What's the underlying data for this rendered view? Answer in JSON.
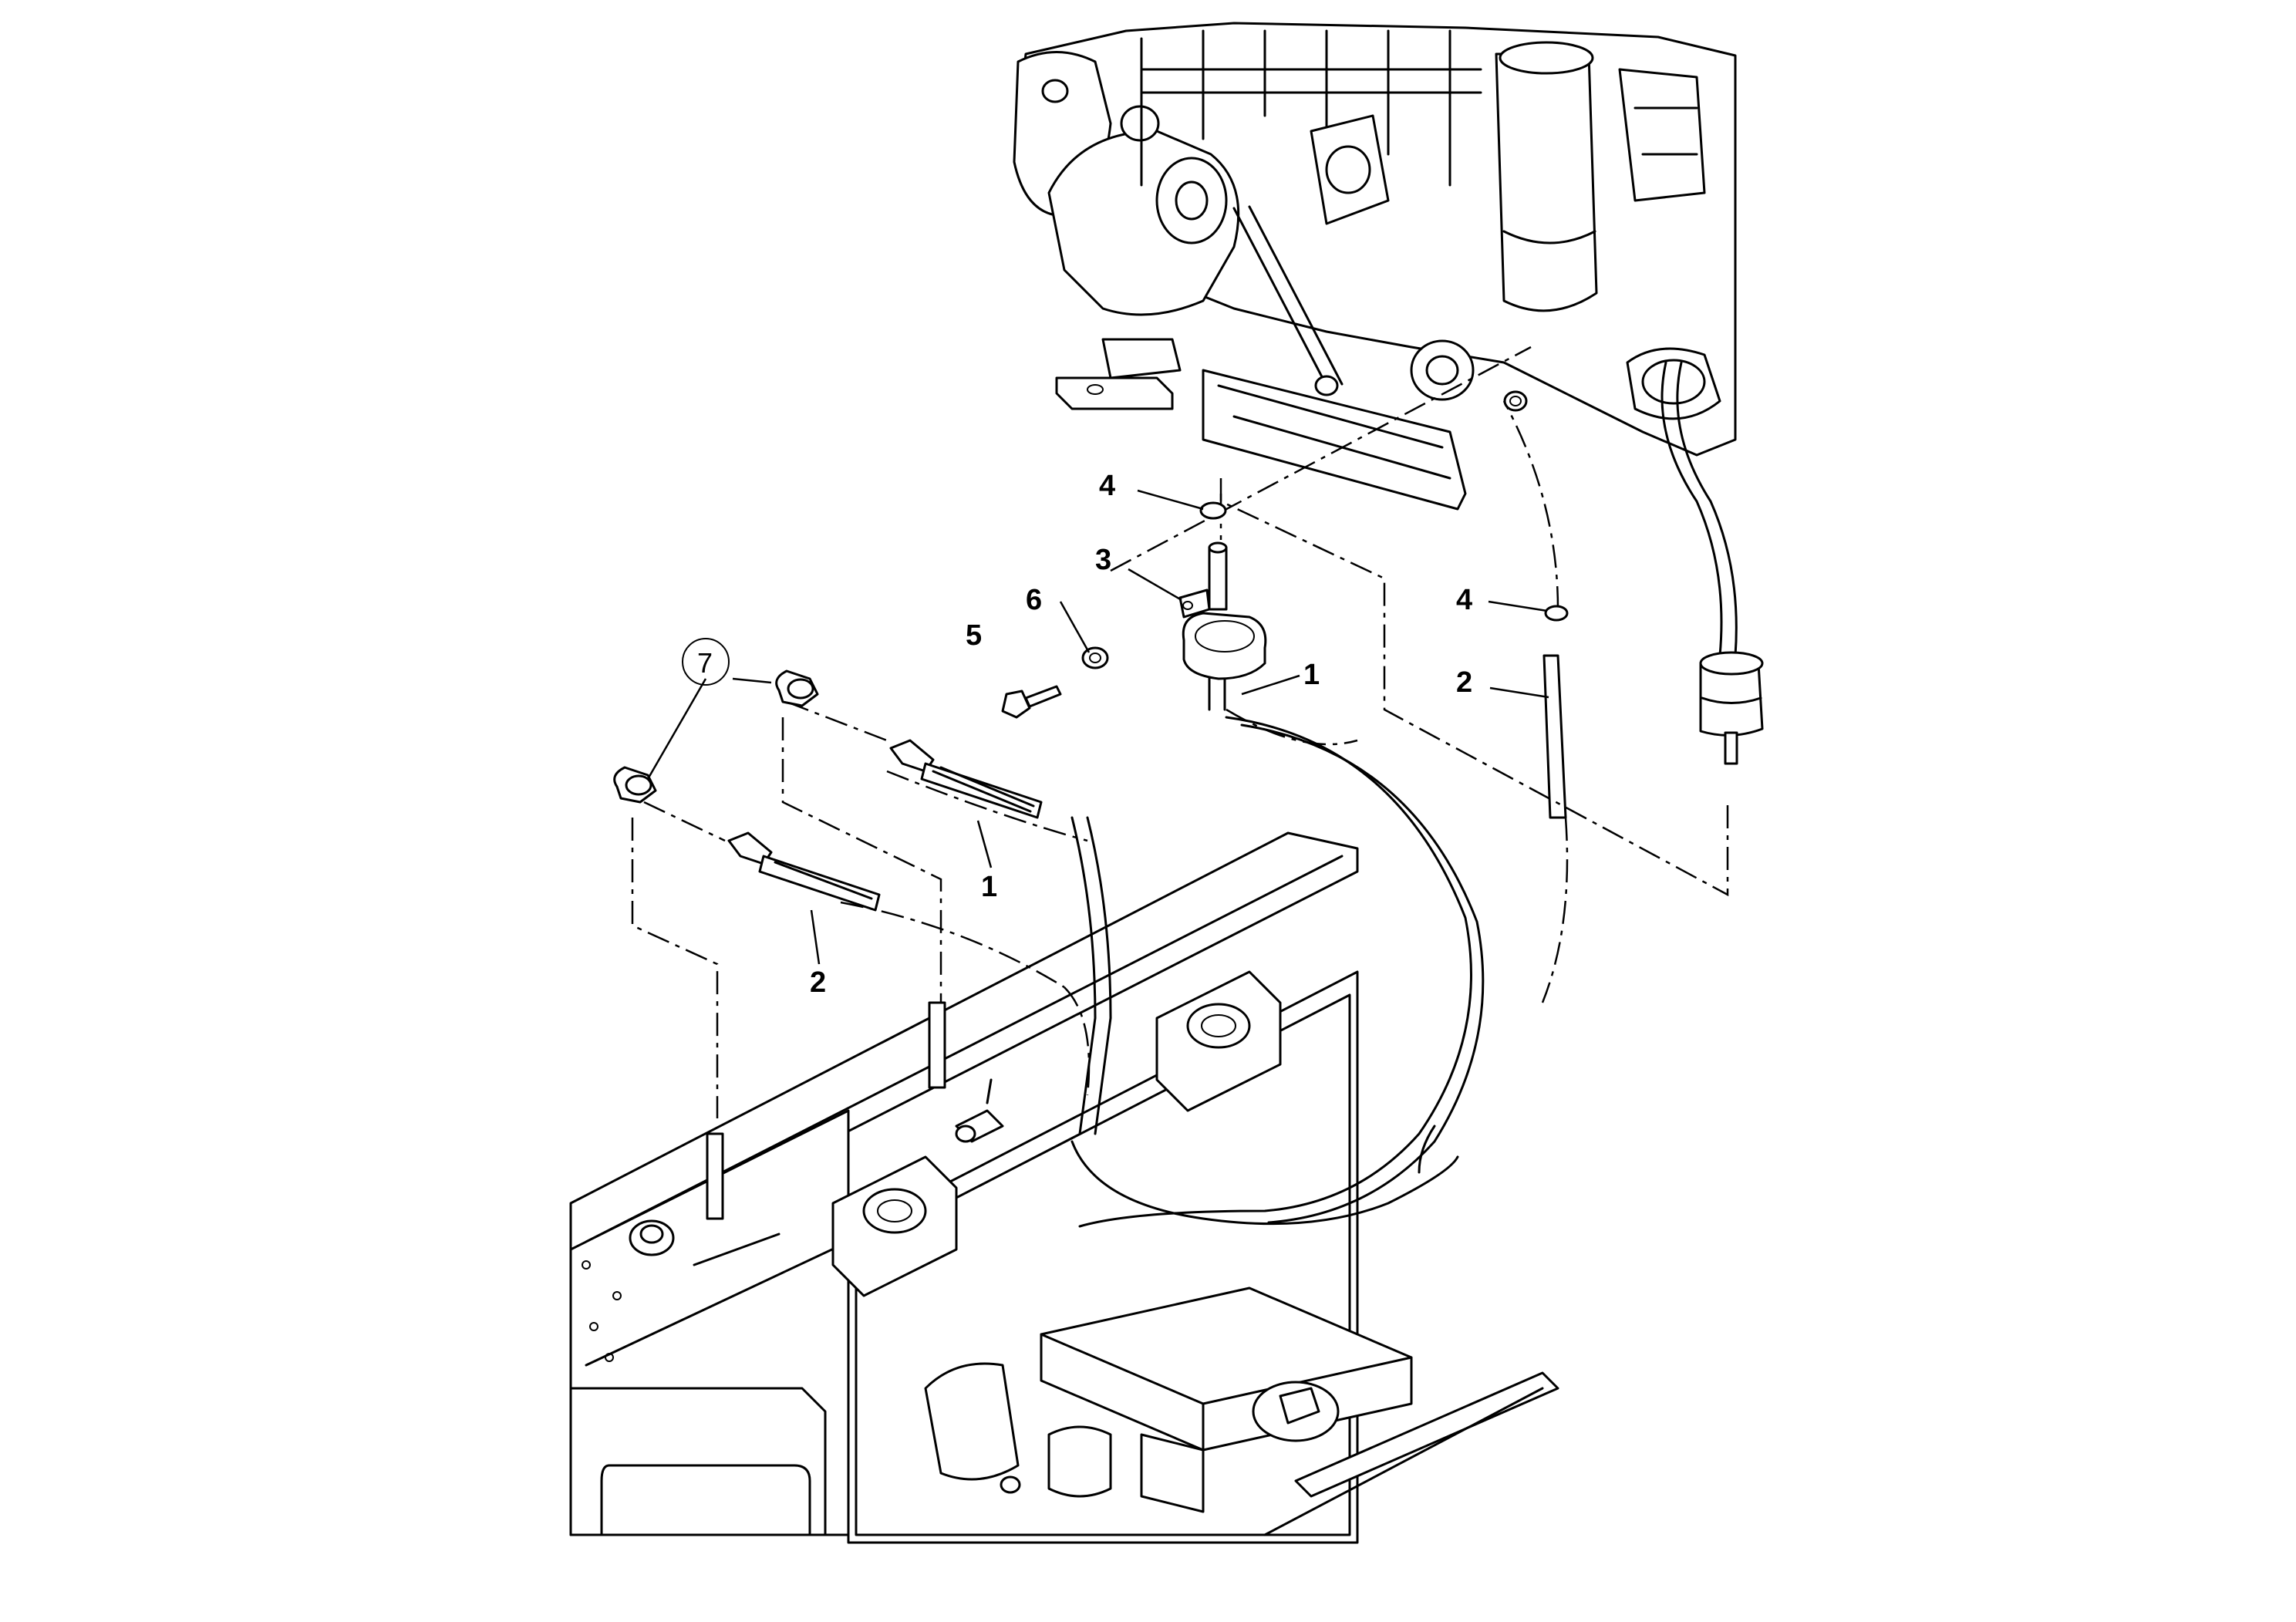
{
  "callouts": {
    "item_1_upper": "1",
    "item_1_lower": "1",
    "item_2_upper": "2",
    "item_2_lower": "2",
    "item_3": "3",
    "item_4_left": "4",
    "item_4_right": "4",
    "item_5": "5",
    "item_6": "6",
    "item_7_circled": "7"
  },
  "icons": {
    "engine": "engine-block-icon",
    "frame": "machine-frame-icon",
    "hose": "hose-icon",
    "elbow_fitting": "elbow-fitting-icon",
    "clamp": "hose-clamp-icon",
    "bolt": "bolt-icon",
    "washer": "washer-icon",
    "fuel_filter": "fuel-filter-icon"
  }
}
